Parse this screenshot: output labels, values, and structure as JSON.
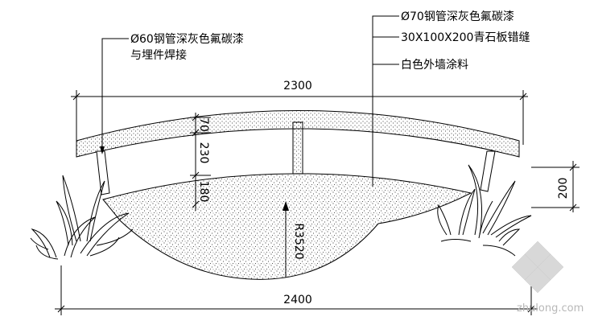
{
  "annotations": {
    "pipe60_line1": "Ø60钢管深灰色氟碳漆",
    "pipe60_line2": "与埋件焊接",
    "pipe70": "Ø70钢管深灰色氟碳漆",
    "stone": "30X100X200青石板错缝",
    "wall": "白色外墙涂料"
  },
  "dimensions": {
    "top_width": "2300",
    "bottom_width": "2400",
    "rail_thickness": "70",
    "rail_height": "230",
    "deck_thickness": "180",
    "side_height": "200",
    "arc_radius": "R3520"
  },
  "watermark": "zhulong.com",
  "colors": {
    "line": "#000000",
    "watermark": "#b8b8b8"
  }
}
